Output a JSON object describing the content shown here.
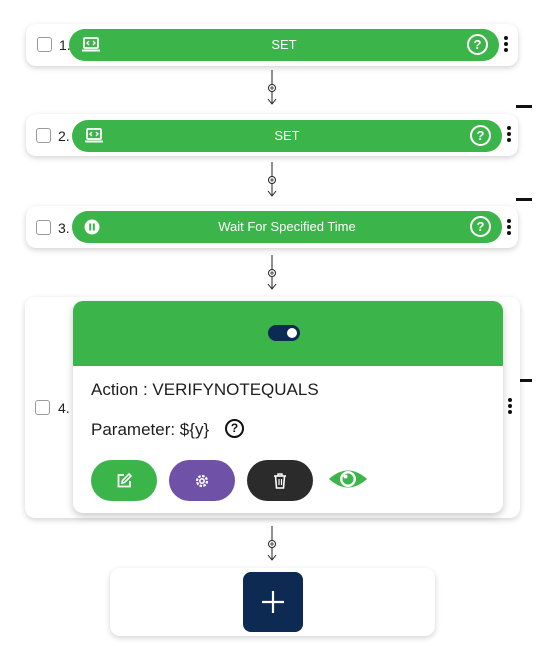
{
  "steps": [
    {
      "number": "1.",
      "label": "SET",
      "icon": "code-laptop-icon",
      "help": "?"
    },
    {
      "number": "2.",
      "label": "SET",
      "icon": "code-laptop-icon",
      "help": "?"
    },
    {
      "number": "3.",
      "label": "Wait For Specified Time",
      "icon": "pause-icon",
      "help": "?"
    },
    {
      "number": "4.",
      "action_text": "Action : VERIFYNOTEQUALS",
      "parameter_text": "Parameter: ${y}",
      "help": "?",
      "toggle_on": true
    }
  ],
  "actions": {
    "edit": "edit-icon",
    "settings": "gear-icon",
    "delete": "trash-icon",
    "view": "eye-icon"
  },
  "add_step": {
    "icon": "plus-icon"
  },
  "colors": {
    "green": "#3bb54a",
    "purple": "#6f51a8",
    "dark": "#2b2b2b",
    "navy": "#0d2a52"
  }
}
